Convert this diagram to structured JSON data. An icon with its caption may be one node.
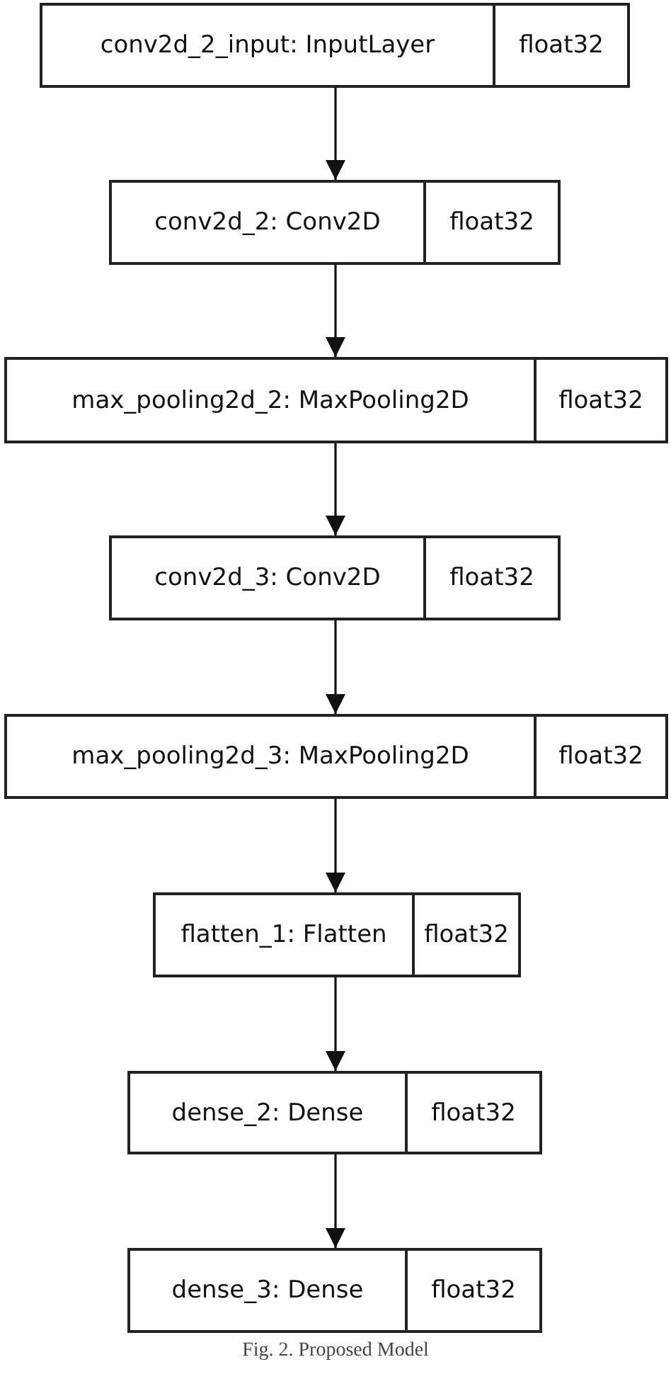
{
  "diagram": {
    "caption": "Fig. 2. Proposed Model",
    "nodes": [
      {
        "text": [
          "conv2d_2_input: InputLayer",
          "float32"
        ]
      },
      {
        "text": [
          "conv2d_2: Conv2D",
          "float32"
        ]
      },
      {
        "text": [
          "max_pooling2d_2: MaxPooling2D",
          "float32"
        ]
      },
      {
        "text": [
          "conv2d_3: Conv2D",
          "float32"
        ]
      },
      {
        "text": [
          "max_pooling2d_3: MaxPooling2D",
          "float32"
        ]
      },
      {
        "text": [
          "flatten_1: Flatten",
          "float32"
        ]
      },
      {
        "text": [
          "dense_2: Dense",
          "float32"
        ]
      },
      {
        "text": [
          "dense_3: Dense",
          "float32"
        ]
      }
    ],
    "edges": [
      {
        "from": 0,
        "to": 1,
        "arrow": "to"
      },
      {
        "from": 1,
        "to": 2,
        "arrow": "to"
      },
      {
        "from": 2,
        "to": 3,
        "arrow": "to"
      },
      {
        "from": 3,
        "to": 4,
        "arrow": "to"
      },
      {
        "from": 4,
        "to": 5,
        "arrow": "to"
      },
      {
        "from": 5,
        "to": 6,
        "arrow": "to"
      },
      {
        "from": 6,
        "to": 7,
        "arrow": "to"
      }
    ]
  }
}
